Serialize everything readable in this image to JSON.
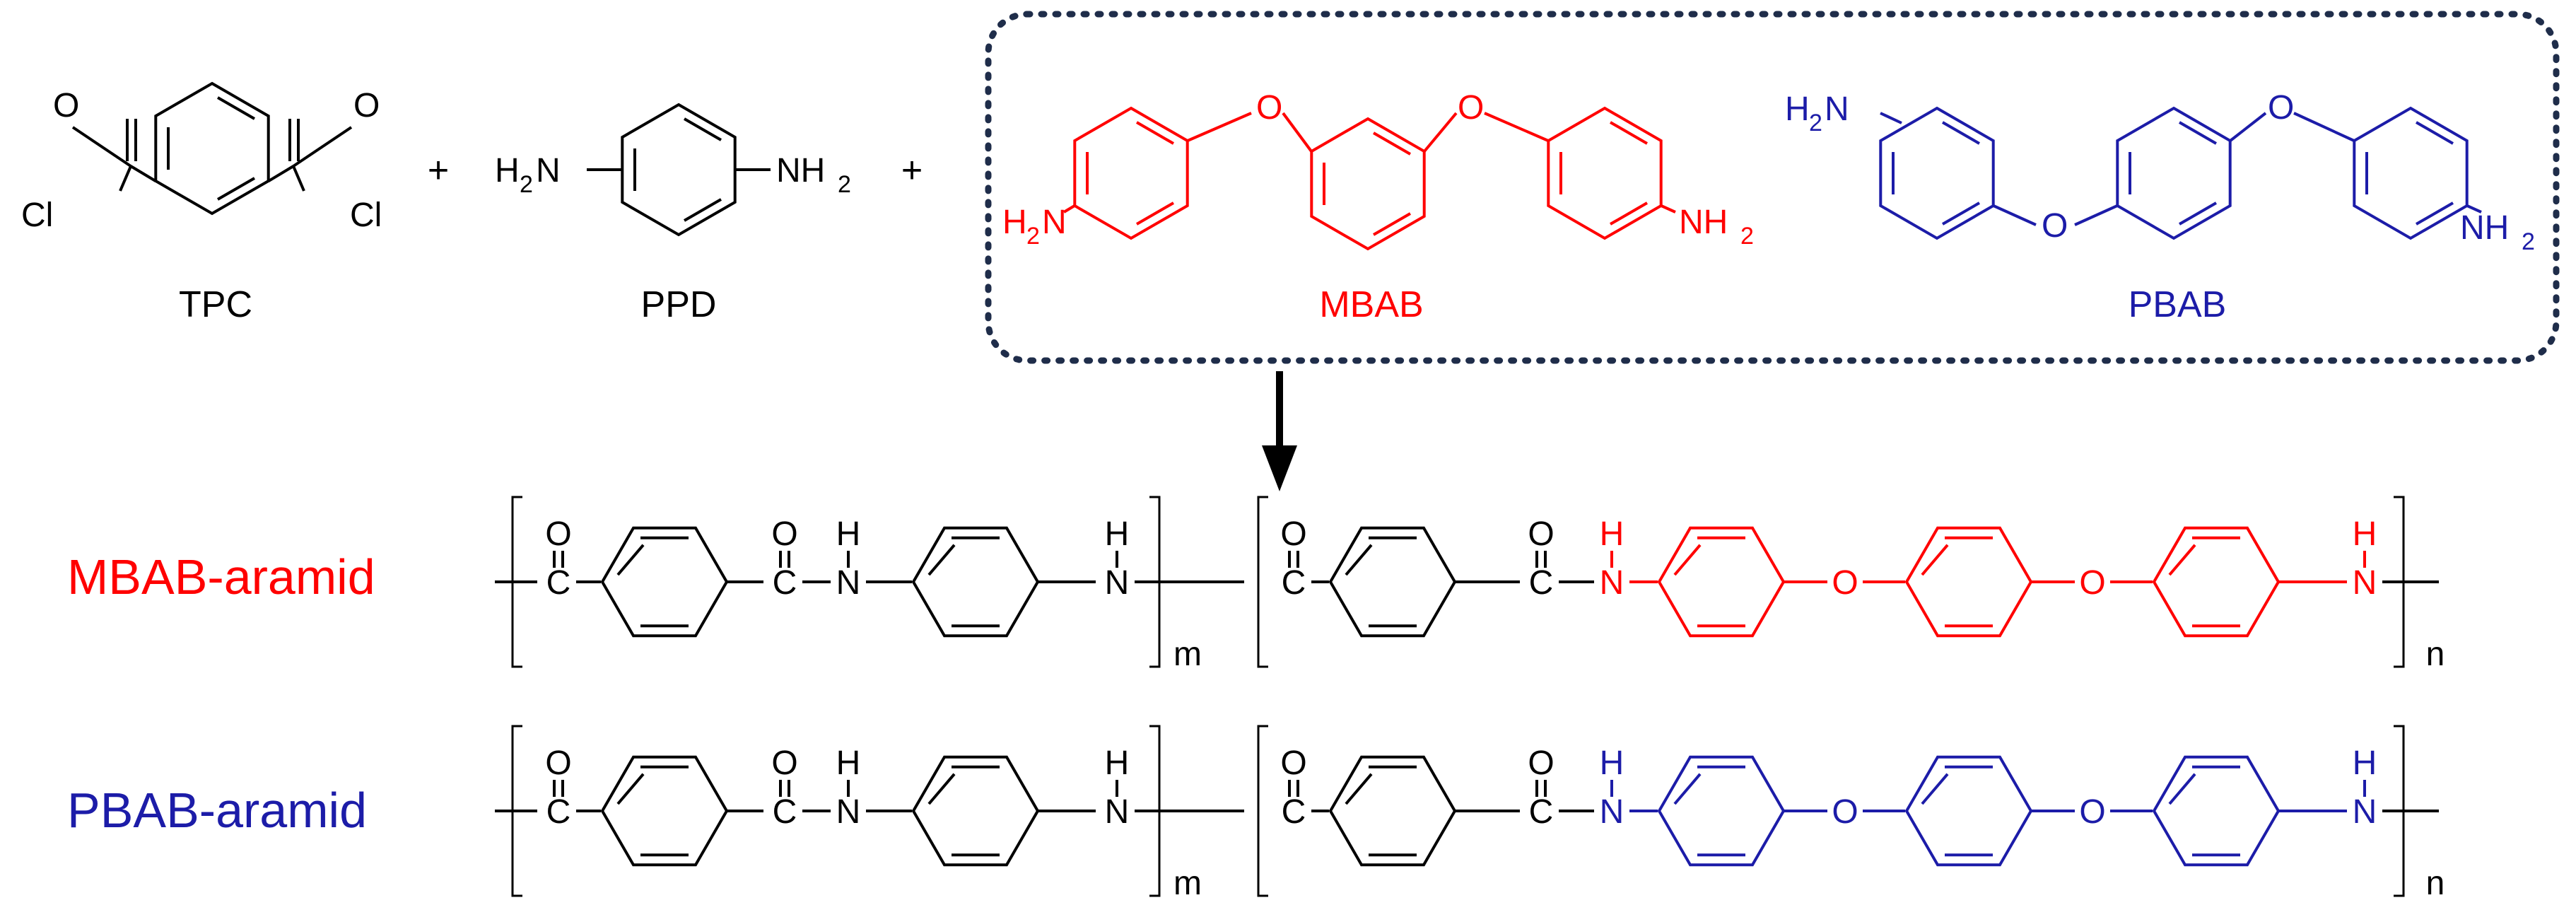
{
  "colors": {
    "black": "#000000",
    "red": "#ff0000",
    "blue": "#1c1ca8",
    "box": "#1f2d4a"
  },
  "reactants": {
    "tpc": {
      "name": "TPC",
      "o": "O",
      "cl": "Cl"
    },
    "plus": "+",
    "ppd": {
      "name": "PPD",
      "h2n": "H",
      "two": "2",
      "n": "N",
      "nh": "NH"
    },
    "mbab": {
      "name": "MBAB",
      "o": "O"
    },
    "pbab": {
      "name": "PBAB",
      "o": "O"
    }
  },
  "products": {
    "mbab_aramid": {
      "label": "MBAB-aramid"
    },
    "pbab_aramid": {
      "label": "PBAB-aramid"
    },
    "atoms": {
      "o": "O",
      "c": "C",
      "n": "N",
      "h": "H",
      "m": "m",
      "n_sub": "n"
    }
  }
}
